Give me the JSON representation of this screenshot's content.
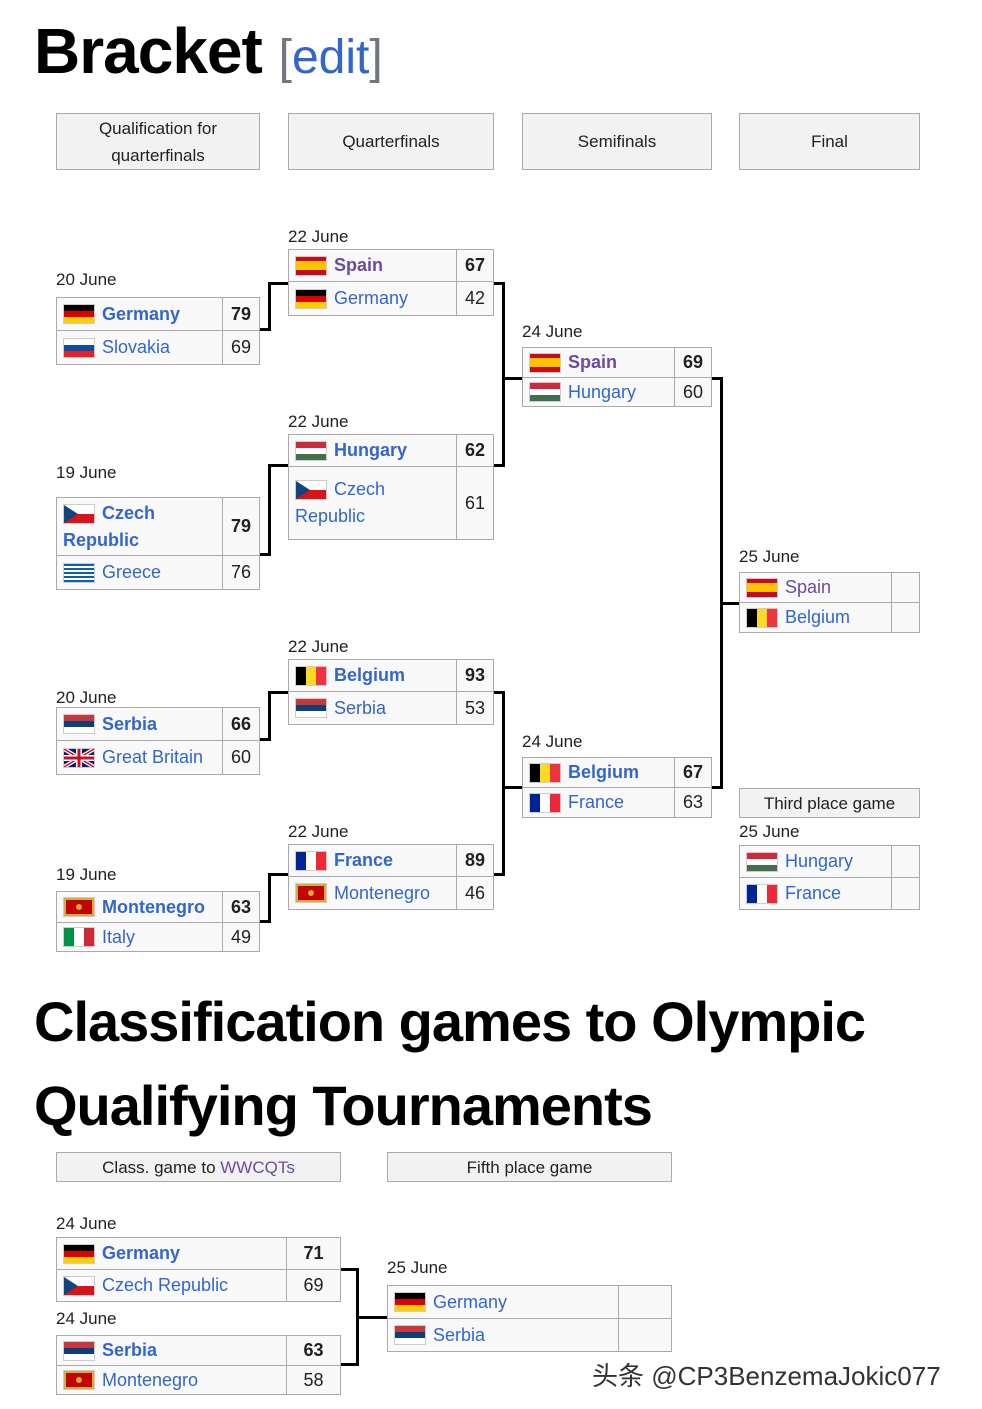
{
  "heading1": "Bracket",
  "edit": {
    "open": "[",
    "label": "edit",
    "close": "]"
  },
  "heading2a": "Classification games to Olympic",
  "heading2b": "Qualifying Tournaments",
  "round_headers": {
    "r0_line1": "Qualification for",
    "r0_line2": "quarterfinals",
    "r1": "Quarterfinals",
    "r2": "Semifinals",
    "r3": "Final",
    "third": "Third place game",
    "class_prefix": "Class. game to ",
    "class_link": "WWCQTs",
    "fifth": "Fifth place game"
  },
  "qualification": [
    {
      "date": "20 June",
      "t1": "Germany",
      "s1": "79",
      "t2": "Slovakia",
      "s2": "69"
    },
    {
      "date": "19 June",
      "t1a": "Czech",
      "t1b": "Republic",
      "s1": "79",
      "t2": "Greece",
      "s2": "76"
    },
    {
      "date": "20 June",
      "t1": "Serbia",
      "s1": "66",
      "t2": "Great Britain",
      "s2": "60"
    },
    {
      "date": "19 June",
      "t1": "Montenegro",
      "s1": "63",
      "t2": "Italy",
      "s2": "49"
    }
  ],
  "quarterfinals": [
    {
      "date": "22 June",
      "t1": "Spain",
      "s1": "67",
      "t2": "Germany",
      "s2": "42"
    },
    {
      "date": "22 June",
      "t1": "Hungary",
      "s1": "62",
      "t2a": "Czech",
      "t2b": "Republic",
      "s2": "61"
    },
    {
      "date": "22 June",
      "t1": "Belgium",
      "s1": "93",
      "t2": "Serbia",
      "s2": "53"
    },
    {
      "date": "22 June",
      "t1": "France",
      "s1": "89",
      "t2": "Montenegro",
      "s2": "46"
    }
  ],
  "semifinals": [
    {
      "date": "24 June",
      "t1": "Spain",
      "s1": "69",
      "t2": "Hungary",
      "s2": "60"
    },
    {
      "date": "24 June",
      "t1": "Belgium",
      "s1": "67",
      "t2": "France",
      "s2": "63"
    }
  ],
  "final": {
    "date": "25 June",
    "t1": "Spain",
    "s1": "",
    "t2": "Belgium",
    "s2": ""
  },
  "third_place": {
    "date": "25 June",
    "t1": "Hungary",
    "s1": "",
    "t2": "France",
    "s2": ""
  },
  "classification": [
    {
      "date": "24 June",
      "t1": "Germany",
      "s1": "71",
      "t2": "Czech Republic",
      "s2": "69"
    },
    {
      "date": "24 June",
      "t1": "Serbia",
      "s1": "63",
      "t2": "Montenegro",
      "s2": "58"
    }
  ],
  "fifth_place": {
    "date": "25 June",
    "t1": "Germany",
    "s1": "",
    "t2": "Serbia",
    "s2": ""
  },
  "watermark": "头条 @CP3BenzemaJokic077",
  "colors": {
    "link": "#3366cc",
    "visited": "#6b4ba1",
    "cell_bg": "#f9f9f9",
    "header_bg": "#f2f2f2",
    "border": "#aaaaaa"
  }
}
